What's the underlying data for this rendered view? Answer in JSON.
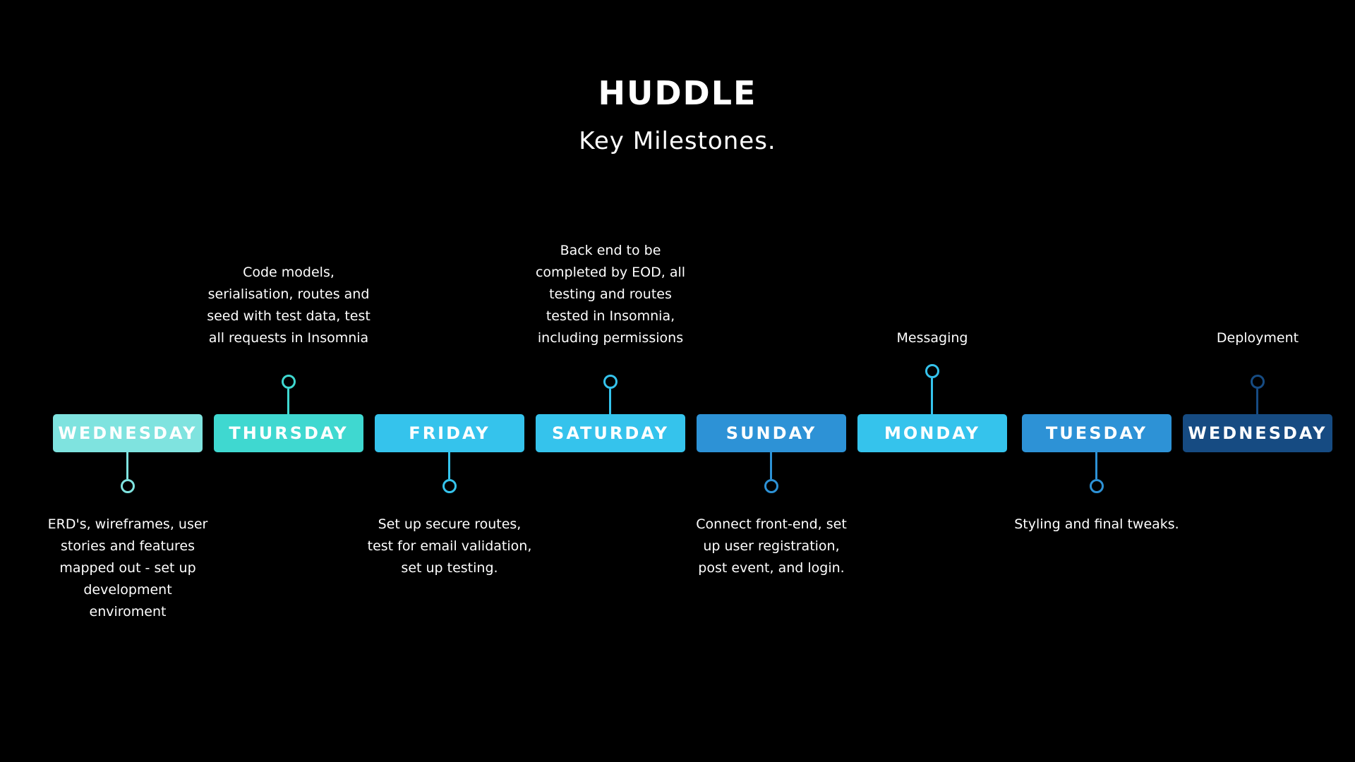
{
  "title": "HUDDLE",
  "subtitle": "Key Milestones.",
  "milestones": [
    {
      "day": "WEDNESDAY",
      "color": "#7fe3df",
      "position": "below",
      "description": "ERD's, wireframes, user stories and features mapped out - set up development enviroment"
    },
    {
      "day": "THURSDAY",
      "color": "#3fd8d0",
      "position": "above",
      "description": "Code models, serialisation, routes and seed with test data, test all requests in Insomnia"
    },
    {
      "day": "FRIDAY",
      "color": "#35c3ec",
      "position": "below",
      "description": "Set up secure routes, test for email validation, set up testing."
    },
    {
      "day": "SATURDAY",
      "color": "#35c3ec",
      "position": "above",
      "description": "Back end to be completed by EOD, all testing and routes tested in Insomnia, including permissions"
    },
    {
      "day": "SUNDAY",
      "color": "#2d92d6",
      "position": "below",
      "description": "Connect front-end, set up user registration, post event, and login."
    },
    {
      "day": "MONDAY",
      "color": "#35c3ec",
      "position": "above",
      "description": "Messaging"
    },
    {
      "day": "TUESDAY",
      "color": "#2d92d6",
      "position": "below",
      "description": "Styling and final tweaks."
    },
    {
      "day": "WEDNESDAY",
      "color": "#164b82",
      "position": "above",
      "description": "Deployment"
    }
  ]
}
